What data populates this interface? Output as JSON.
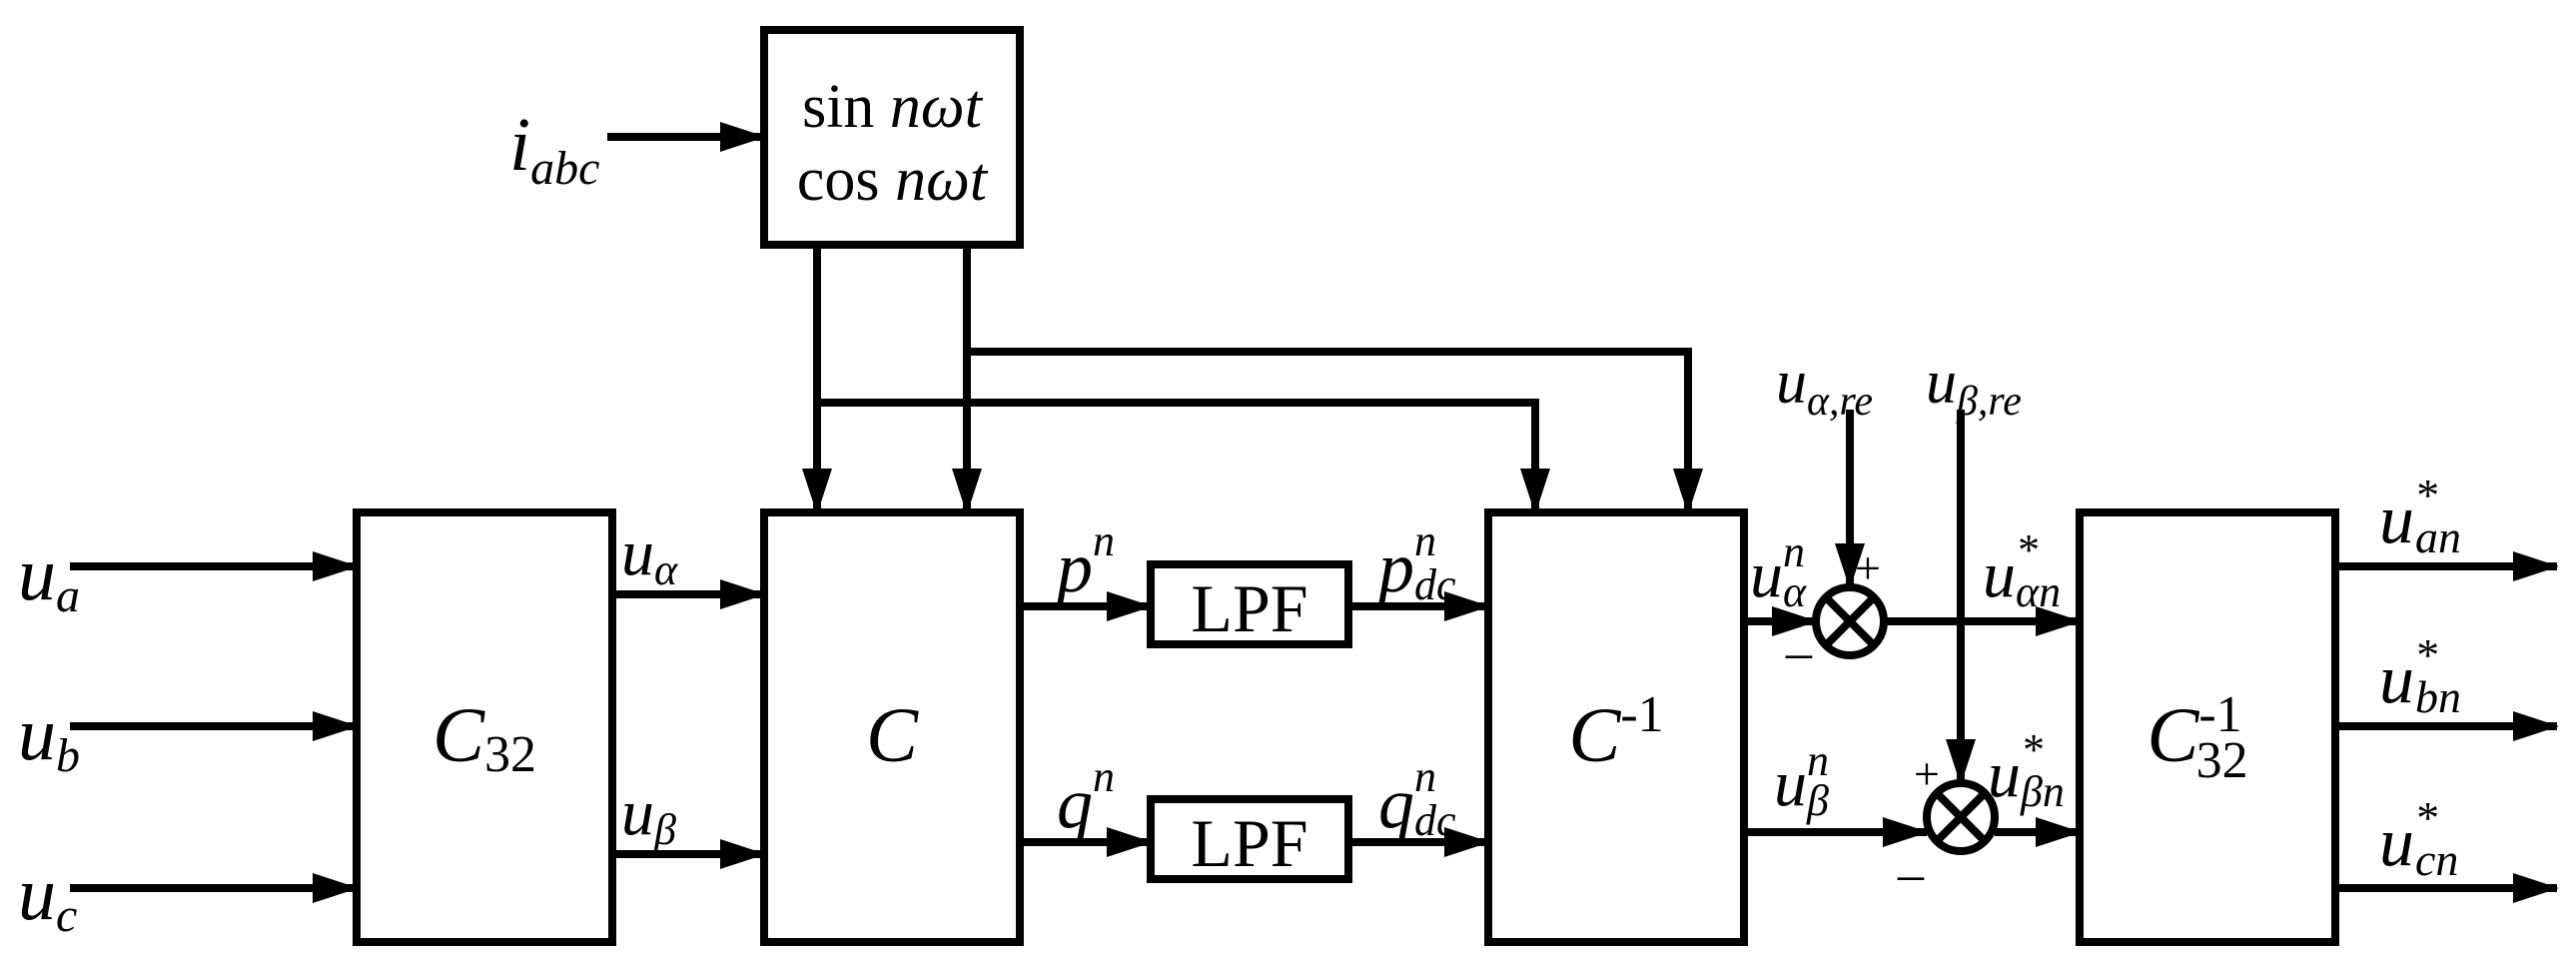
{
  "blocks": {
    "trig_line1_a": "si",
    "trig_line1_b": "n ",
    "trig_line1_c": "nωt",
    "trig_line2_a": "cos ",
    "trig_line2_b": "nωt",
    "c32": "C",
    "c32_sub": "32",
    "c": "C",
    "lpf_p": "LPF",
    "lpf_q": "LPF",
    "cinv": "C",
    "cinv_sup": "-1",
    "c32inv": "C",
    "c32inv_sup": "-1",
    "c32inv_sub": "32"
  },
  "signals": {
    "i_abc_base": "i",
    "i_abc_sub": "abc",
    "ua_base": "u",
    "ua_sub": "a",
    "ub_base": "u",
    "ub_sub": "b",
    "uc_base": "u",
    "uc_sub": "c",
    "ualpha_base": "u",
    "ualpha_sub": "α",
    "ubeta_base": "u",
    "ubeta_sub": "β",
    "pn_base": "p",
    "pn_sup": "n",
    "qn_base": "q",
    "qn_sup": "n",
    "pdc_base": "p",
    "pdc_sup": "n",
    "pdc_sub": "dc",
    "qdc_base": "q",
    "qdc_sup": "n",
    "qdc_sub": "dc",
    "ualpha_n_base": "u",
    "ualpha_n_sup": "n",
    "ualpha_n_sub": "α",
    "ubeta_n_base": "u",
    "ubeta_n_sup": "n",
    "ubeta_n_sub": "β",
    "ualpha_re_base": "u",
    "ualpha_re_sub": "α,re",
    "ubeta_re_base": "u",
    "ubeta_re_sub": "β,re",
    "ualpha_n_star_base": "u",
    "ualpha_n_star_sup": "*",
    "ualpha_n_star_sub": "αn",
    "ubeta_n_star_base": "u",
    "ubeta_n_star_sup": "*",
    "ubeta_n_star_sub": "βn",
    "uan_star_base": "u",
    "uan_star_sup": "*",
    "uan_star_sub": "an",
    "ubn_star_base": "u",
    "ubn_star_sup": "*",
    "ubn_star_sub": "bn",
    "ucn_star_base": "u",
    "ucn_star_sup": "*",
    "ucn_star_sub": "cn"
  },
  "signs": {
    "plus": "+",
    "minus": "–"
  }
}
